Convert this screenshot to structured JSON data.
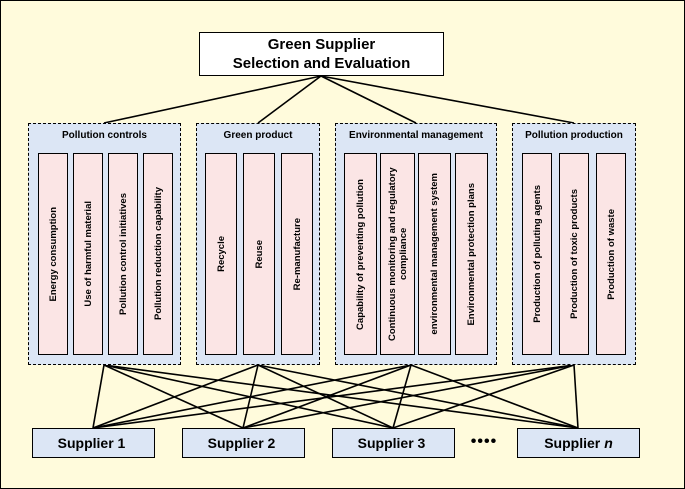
{
  "goal": {
    "line1": "Green Supplier",
    "line2": "Selection and Evaluation"
  },
  "groups": [
    {
      "title": "Pollution controls",
      "criteria": [
        "Energy consumption",
        "Use of harmful material",
        "Pollution control initiatives",
        "Pollution reduction capability"
      ]
    },
    {
      "title": "Green product",
      "criteria": [
        "Recycle",
        "Reuse",
        "Re-manufacture"
      ]
    },
    {
      "title": "Environmental management",
      "criteria": [
        "Capability of preventing pollution",
        "Continuous monitoring and regulatory compliance",
        "environmental management system",
        "Environmental protection plans"
      ]
    },
    {
      "title": "Pollution production",
      "criteria": [
        "Production of polluting agents",
        "Production of toxic products",
        "Production of waste"
      ]
    }
  ],
  "suppliers": [
    {
      "label": "Supplier 1",
      "suffix": ""
    },
    {
      "label": "Supplier 2",
      "suffix": ""
    },
    {
      "label": "Supplier 3",
      "suffix": ""
    },
    {
      "label": "Supplier",
      "suffix": "n"
    }
  ],
  "ellipsis": "••••"
}
